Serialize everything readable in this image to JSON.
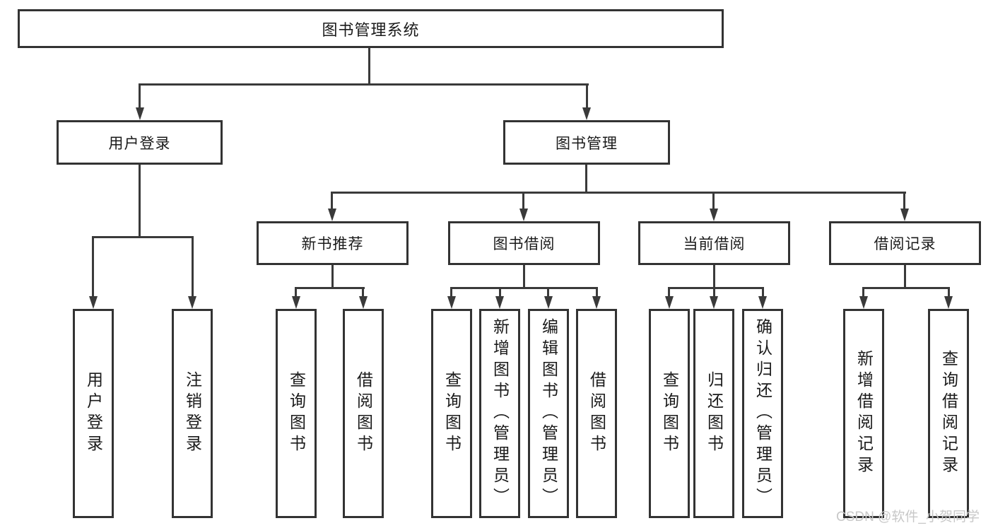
{
  "diagram": {
    "root": {
      "label": "图书管理系统"
    },
    "branches": [
      {
        "label": "用户登录",
        "leaves": [
          {
            "label": "用户登录"
          },
          {
            "label": "注销登录"
          }
        ]
      },
      {
        "label": "图书管理",
        "sections": [
          {
            "label": "新书推荐",
            "leaves": [
              {
                "label": "查询图书"
              },
              {
                "label": "借阅图书"
              }
            ]
          },
          {
            "label": "图书借阅",
            "leaves": [
              {
                "label": "查询图书"
              },
              {
                "label": "新增图书（管理员）"
              },
              {
                "label": "编辑图书（管理员）"
              },
              {
                "label": "借阅图书"
              }
            ]
          },
          {
            "label": "当前借阅",
            "leaves": [
              {
                "label": "查询图书"
              },
              {
                "label": "归还图书"
              },
              {
                "label": "确认归还（管理员）"
              }
            ]
          },
          {
            "label": "借阅记录",
            "leaves": [
              {
                "label": "新增借阅记录"
              },
              {
                "label": "查询借阅记录"
              }
            ]
          }
        ]
      }
    ]
  },
  "watermark": {
    "text": "CSDN @软件_小贺同学"
  },
  "colors": {
    "line": "#3a3a3a",
    "box_border": "#333333",
    "text": "#1a1a1a",
    "watermark": "#c8c8c8",
    "background": "#ffffff"
  }
}
